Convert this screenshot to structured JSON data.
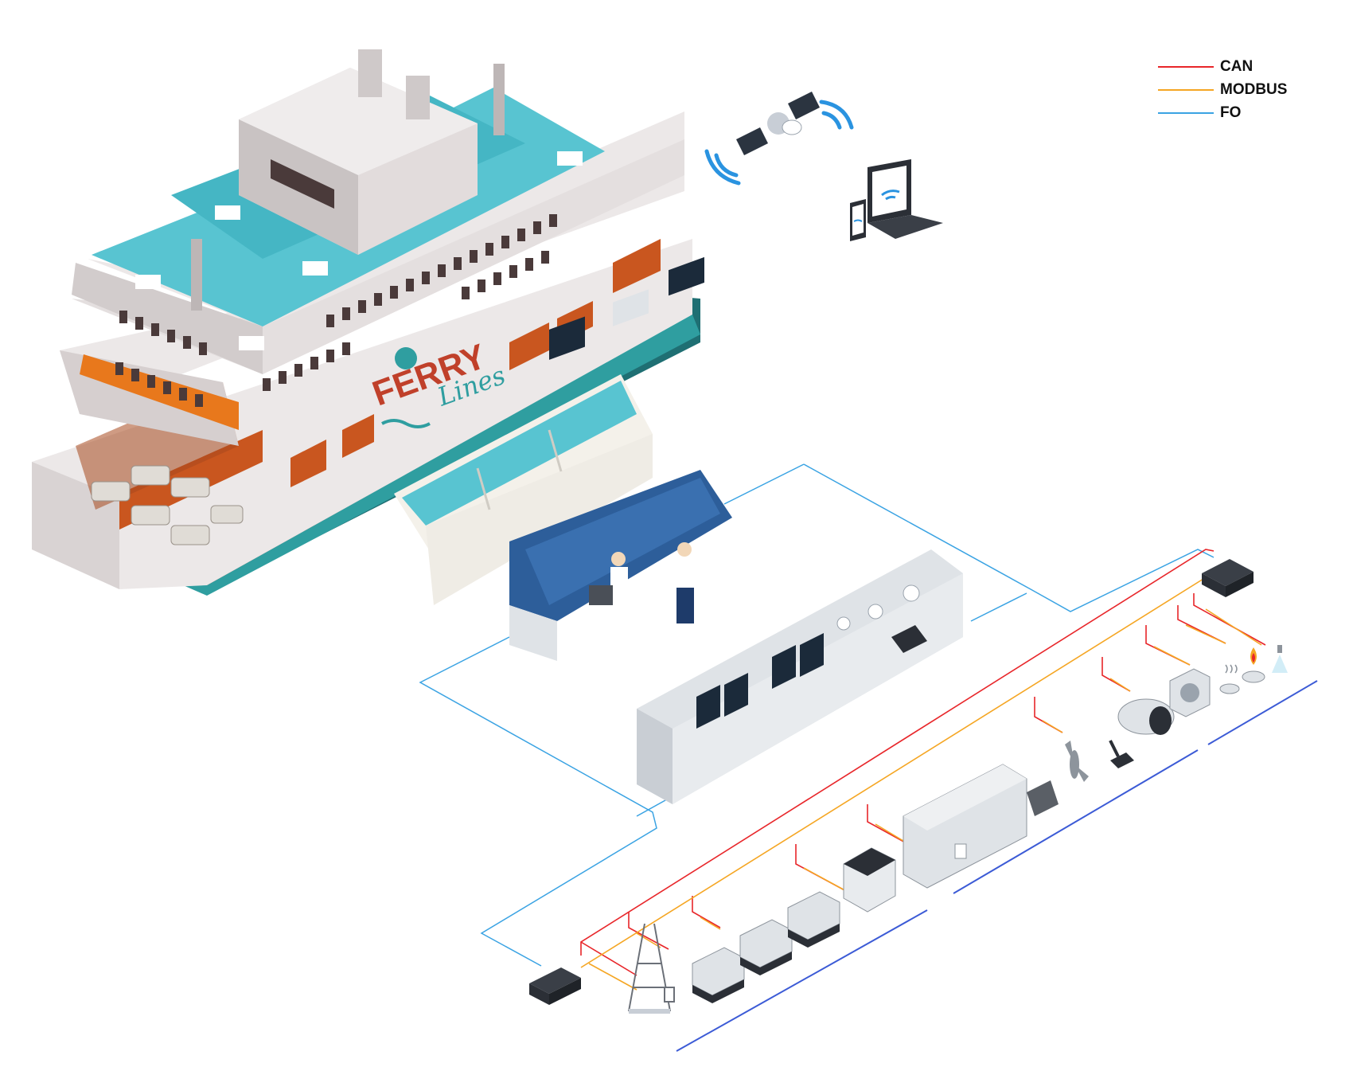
{
  "legend": {
    "items": [
      {
        "label": "CAN",
        "color": "#e8262a"
      },
      {
        "label": "MODBUS",
        "color": "#f5a623"
      },
      {
        "label": "FO",
        "color": "#3aa3e3"
      }
    ]
  },
  "ship": {
    "brand_top": "FERRY",
    "brand_bottom": "Lines"
  },
  "colors": {
    "hull_dark": "#1f6f73",
    "hull_teal": "#2f9ea0",
    "hull_red": "#c0402a",
    "deck_teal": "#58c4d1",
    "ship_white": "#ece8e8",
    "ship_shade": "#cfc9c9",
    "console_blue": "#2d5e9a",
    "console_grey": "#dfe3e7",
    "bus_blue": "#3c5bd6"
  },
  "icons": [
    "satellite-icon",
    "wifi-icon",
    "laptop-icon",
    "phone-icon",
    "gateway-icon",
    "pylon-icon",
    "generator-icon",
    "battery-icon",
    "engine-icon",
    "propeller-icon",
    "throttle-lever-icon",
    "thruster-icon",
    "fan-icon",
    "smoke-detector-icon",
    "flame-icon",
    "sprinkler-icon"
  ]
}
